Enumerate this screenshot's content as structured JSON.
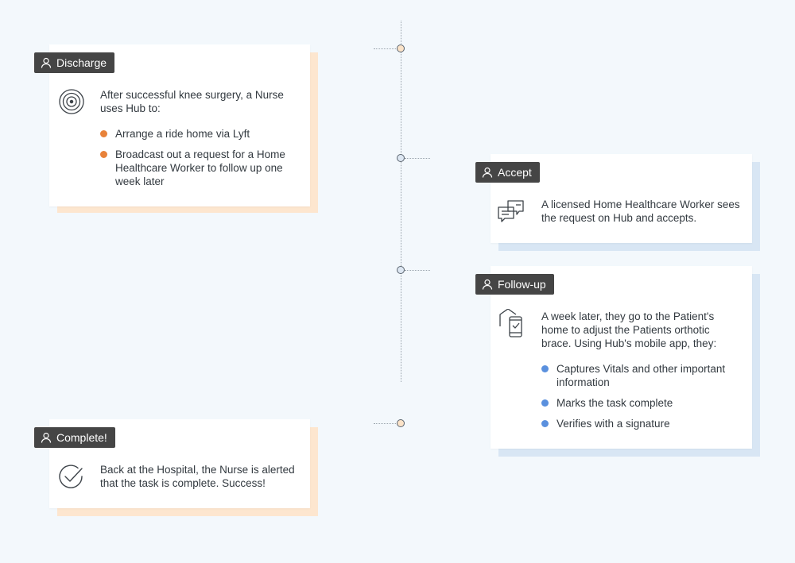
{
  "colors": {
    "background": "#f3f8fc",
    "badge": "#454545",
    "orange_accent": "#e8823a",
    "orange_shadow": "#fde6cf",
    "blue_accent": "#5a90de",
    "blue_shadow": "#d8e6f4"
  },
  "steps": [
    {
      "badge": "Discharge",
      "badge_icon": "person-icon",
      "icon": "target-icon",
      "text": "After successful knee surgery, a Nurse uses Hub to:",
      "bullets": [
        "Arrange a ride home via Lyft",
        "Broadcast out a request for a Home Healthcare Worker to follow up one week later"
      ]
    },
    {
      "badge": "Accept",
      "badge_icon": "person-icon",
      "icon": "chat-bubbles-icon",
      "text": "A licensed Home Healthcare Worker sees the request on Hub and accepts."
    },
    {
      "badge": "Follow-up",
      "badge_icon": "person-icon",
      "icon": "home-mobile-icon",
      "text": "A week later, they go to the Patient's home to adjust the Patients orthotic brace. Using Hub's mobile app, they:",
      "bullets": [
        "Captures Vitals and other important information",
        "Marks the task complete",
        "Verifies with a signature"
      ]
    },
    {
      "badge": "Complete!",
      "badge_icon": "person-icon",
      "icon": "checkmark-circle-icon",
      "text": "Back at the Hospital, the Nurse is alerted that the task is complete. Success!"
    }
  ]
}
